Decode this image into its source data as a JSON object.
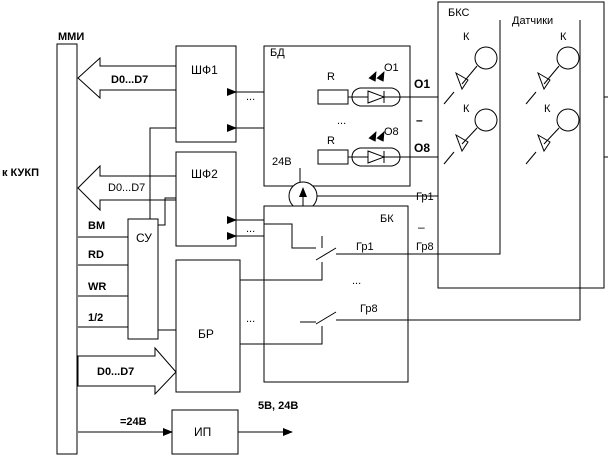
{
  "labels": {
    "mmi": "ММИ",
    "kukp": "к КУКП",
    "bus_out_1": "D0...D7",
    "bus_out_2": "D0...D7",
    "bus_in": "D0...D7",
    "bm": "ВМ",
    "rd": "RD",
    "wr": "WR",
    "half": "1/2",
    "su": "СУ",
    "shf1": "ШФ1",
    "shf2": "ШФ2",
    "br": "БР",
    "ip": "ИП",
    "bd": "БД",
    "bks": "БКС",
    "sensors": "Датчики",
    "bk": "БК",
    "v24": "24В",
    "v_in": "=24В",
    "v_out": "5В, 24В",
    "r1": "R",
    "r8": "R",
    "o1": "О1",
    "o8": "О8",
    "o1_out": "О1",
    "o8_out": "О8",
    "gr1_a": "Гр1",
    "gr8_a": "Гр8",
    "gr1_b": "Гр1",
    "gr8_b": "Гр8",
    "k1": "К",
    "k2": "К",
    "k3": "К",
    "k4": "К",
    "dots": "...",
    "dash": "–"
  },
  "icons": [
    "led-icon",
    "optocoupler-icon",
    "current-source-icon",
    "switch-icon",
    "photo-sensor-icon",
    "diode-icon",
    "arrow-icon"
  ]
}
